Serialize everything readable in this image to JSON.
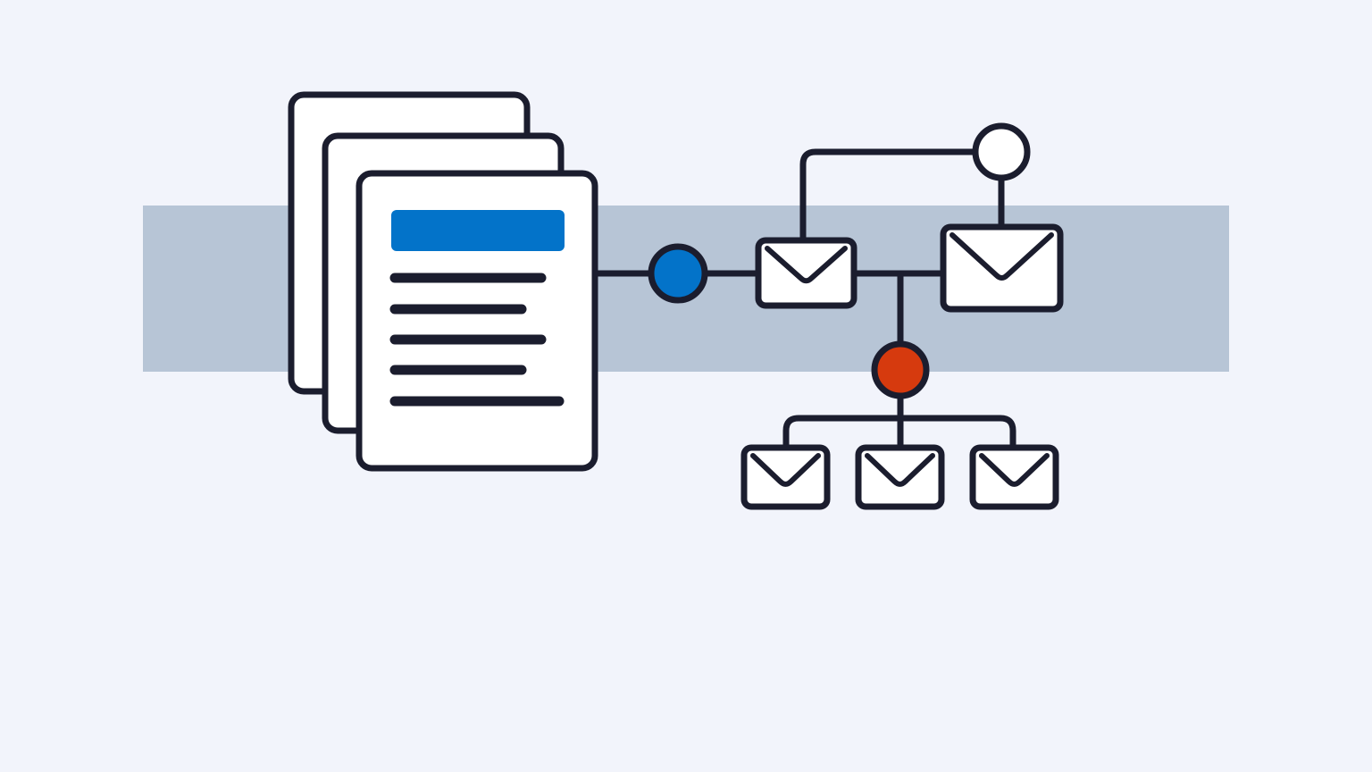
{
  "colors": {
    "background": "#f2f4fb",
    "band": "#b7c5d6",
    "ink": "#1b1d2e",
    "paper": "#ffffff",
    "accent_blue": "#0373c9",
    "accent_red": "#d63a0e",
    "node_white": "#ffffff"
  },
  "icons": {
    "document_stack": "document-stack-icon",
    "document_header": "header-bar",
    "envelope": "envelope-icon",
    "node_blue": "blue-node",
    "node_red": "red-node",
    "node_white": "white-node"
  }
}
